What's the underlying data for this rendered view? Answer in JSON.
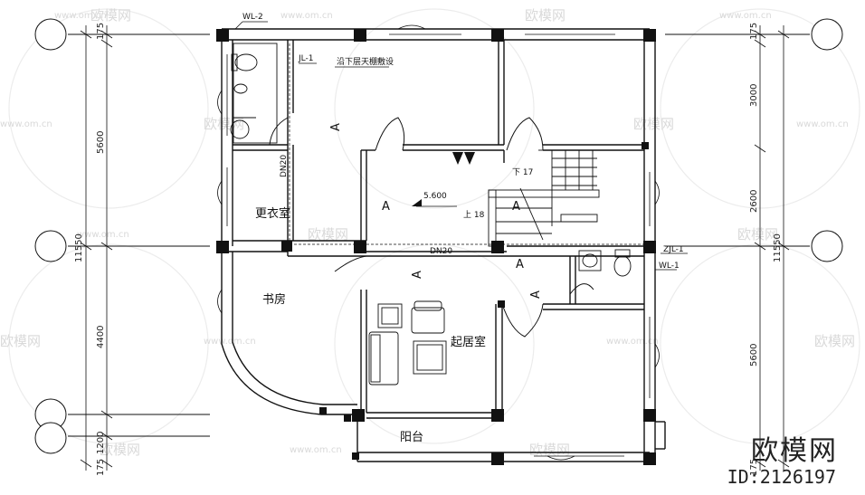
{
  "watermarks": {
    "site": "www.om.cn",
    "brand": "欧模网"
  },
  "stamp": {
    "brand": "欧模网",
    "id": "ID:2126197"
  },
  "dimensions": {
    "left": [
      "175",
      "5600",
      "11550",
      "4400",
      "1200",
      "175"
    ],
    "right": [
      "175",
      "3000",
      "2600",
      "11550",
      "5600",
      "175"
    ]
  },
  "rooms": {
    "dressing": "更衣室",
    "study": "书房",
    "living": "起居室",
    "balcony": "阳台"
  },
  "labels": {
    "wl2": "WL-2",
    "jl1": "JL-1",
    "ceiling_note": "沿下层天棚敷设",
    "dn20_vertical": "DN20",
    "dn20_horizontal": "DN20",
    "elevation": "5.600",
    "stair_down": "下 17",
    "stair_up": "上 18",
    "zjl1": "ZJL-1",
    "wl1": "WL-1"
  },
  "markers": {
    "a": "A"
  }
}
